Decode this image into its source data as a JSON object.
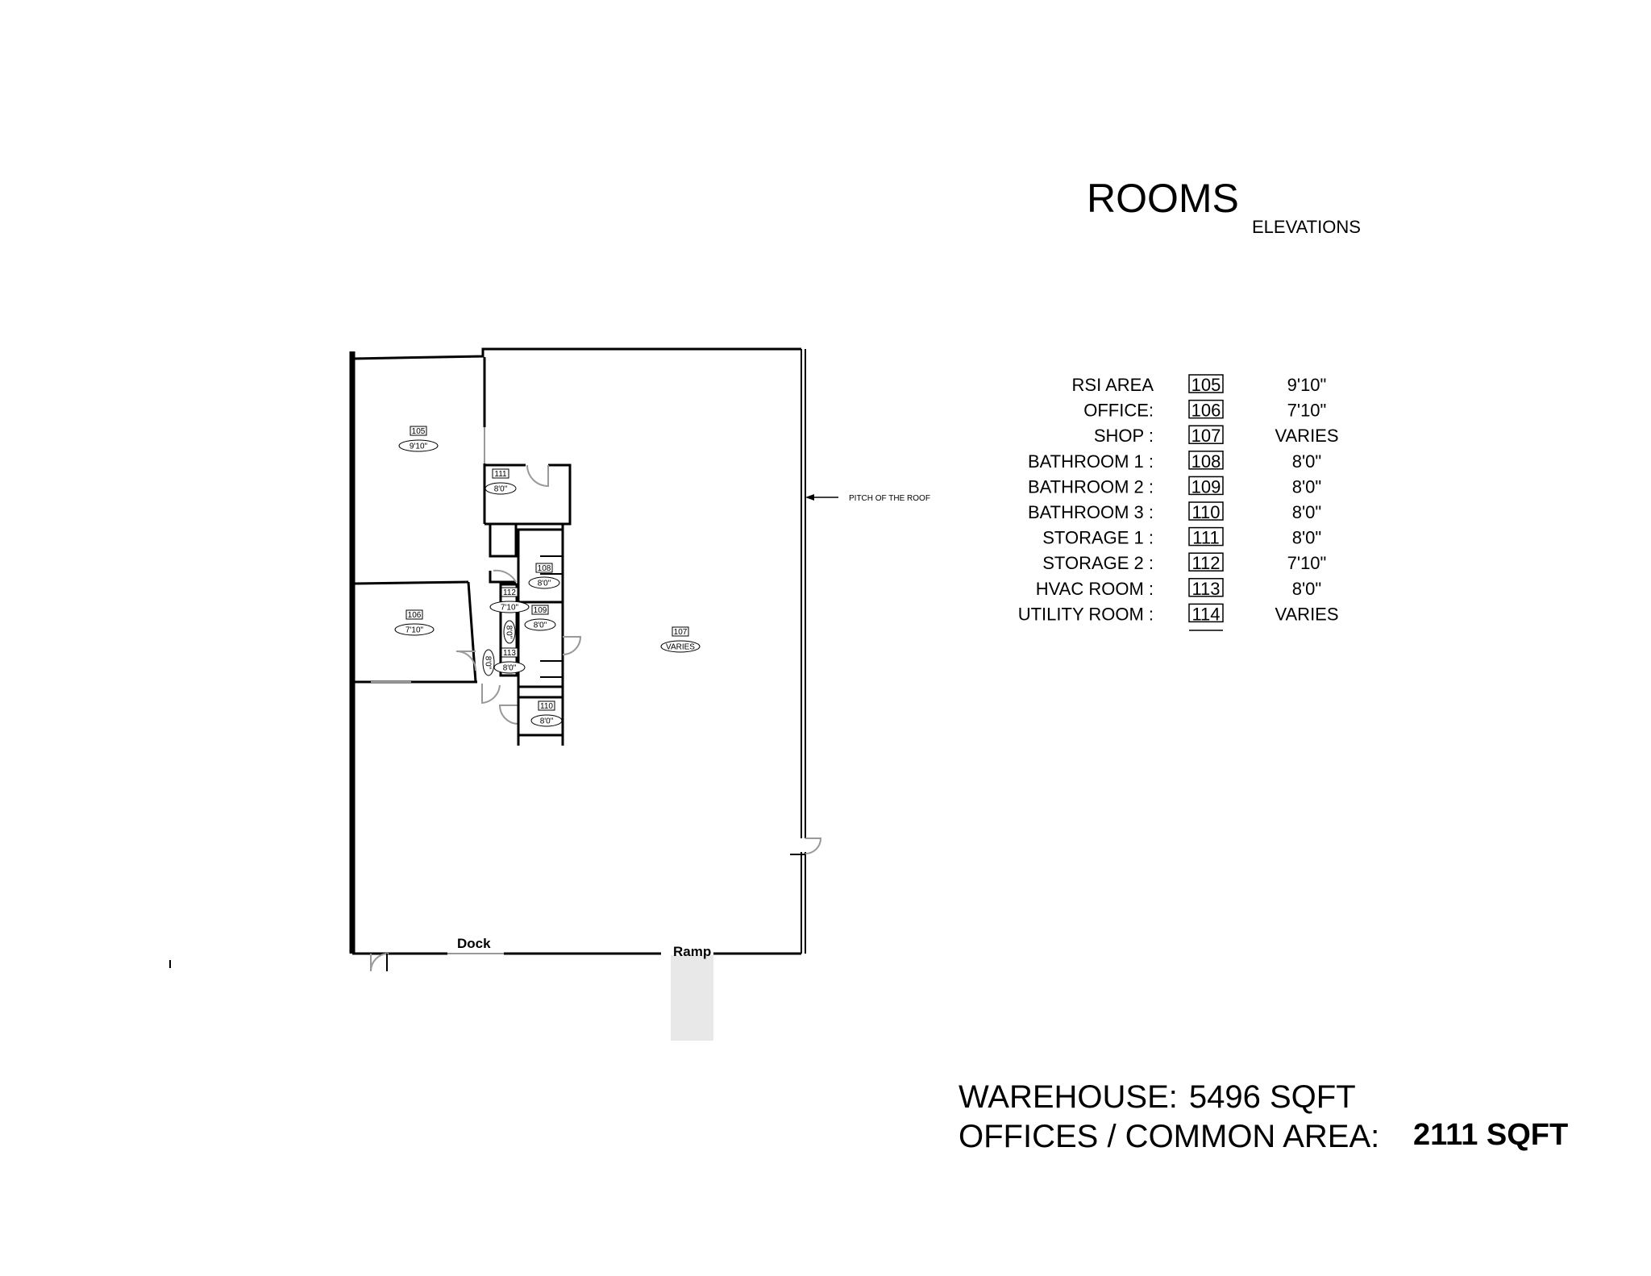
{
  "title": "ROOMS",
  "subtitle": "ELEVATIONS",
  "rooms": [
    {
      "name": "RSI AREA",
      "number": "105",
      "elevation": "9'10\""
    },
    {
      "name": "OFFICE:",
      "number": "106",
      "elevation": "7'10\""
    },
    {
      "name": "SHOP :",
      "number": "107",
      "elevation": "VARIES"
    },
    {
      "name": "BATHROOM 1 :",
      "number": "108",
      "elevation": "8'0\""
    },
    {
      "name": "BATHROOM 2 :",
      "number": "109",
      "elevation": "8'0\""
    },
    {
      "name": "BATHROOM 3 :",
      "number": "110",
      "elevation": "8'0\""
    },
    {
      "name": "STORAGE 1 :",
      "number": "111",
      "elevation": "8'0\""
    },
    {
      "name": "STORAGE 2 :",
      "number": "112",
      "elevation": "7'10\""
    },
    {
      "name": "HVAC ROOM :",
      "number": "113",
      "elevation": "8'0\""
    },
    {
      "name": "UTILITY ROOM :",
      "number": "114",
      "elevation": "VARIES"
    }
  ],
  "plan": {
    "tags": [
      {
        "number": "105",
        "elevation": "9'10\""
      },
      {
        "number": "111",
        "elevation": "8'0\""
      },
      {
        "number": "108",
        "elevation": "8'0\""
      },
      {
        "number": "112",
        "elevation": "7'10\""
      },
      {
        "number": "109",
        "elevation": "8'0\""
      },
      {
        "number": "106",
        "elevation": "7'10\""
      },
      {
        "number": "107",
        "elevation": "VARIES"
      },
      {
        "number": "113",
        "elevation": "8'0\""
      },
      {
        "number": "110",
        "elevation": "8'0\""
      }
    ],
    "vertical_tags": [
      "8'0\"",
      "8'0\""
    ],
    "pitch_label": "PITCH OF THE ROOF",
    "dock_label": "Dock",
    "ramp_label": "Ramp"
  },
  "totals": {
    "warehouse_label": "WAREHOUSE:",
    "warehouse_value": "5496 SQFT",
    "offices_label": "OFFICES / COMMON AREA:",
    "offices_value": "2111 SQFT"
  }
}
